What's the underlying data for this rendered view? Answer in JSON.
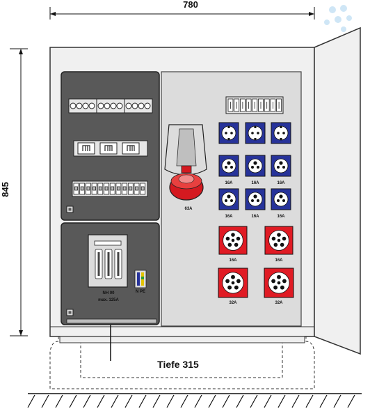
{
  "dimensions": {
    "width": "780",
    "height": "845",
    "depth": "Tiefe  315"
  },
  "main_breaker": {
    "line1": "NH 00",
    "line2": "max. 125A",
    "terminal_label": "N PE"
  },
  "cee_large_top": {
    "label": "63A"
  },
  "socket_rows": {
    "row2": [
      "16A",
      "16A",
      "16A"
    ],
    "row3": [
      "16A",
      "16A",
      "16A"
    ],
    "red_row1": [
      "16A",
      "16A"
    ],
    "red_row2": [
      "32A",
      "32A"
    ]
  },
  "colors": {
    "cabinet_fill": "#f0f0f0",
    "panel_gray": "#dcdcdc",
    "panel_dark": "#595959",
    "socket_blue": "#27339a",
    "socket_red": "#e01b24"
  }
}
